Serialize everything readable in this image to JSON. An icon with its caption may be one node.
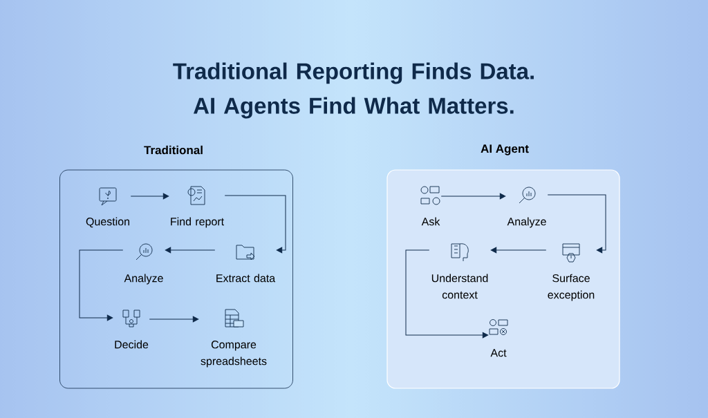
{
  "diagram": {
    "title": "Traditional Reporting Finds Data. AI Agents Find What Matters.",
    "nodes": [
      {
        "text": [
          "Traditional"
        ]
      },
      {
        "text": [
          "Question"
        ],
        "in": 0
      },
      {
        "text": [
          "Find report"
        ],
        "in": 0
      },
      {
        "text": [
          "Analyze"
        ],
        "in": 0
      },
      {
        "text": [
          "Extract data"
        ],
        "in": 0
      },
      {
        "text": [
          "Decide"
        ],
        "in": 0
      },
      {
        "text": [
          "Compare spreadsheets"
        ],
        "in": 0
      },
      {
        "text": [
          "AI Agent"
        ]
      },
      {
        "text": [
          "Ask"
        ],
        "in": 7
      },
      {
        "text": [
          "Analyze"
        ],
        "in": 7
      },
      {
        "text": [
          "Understand context"
        ],
        "in": 7
      },
      {
        "text": [
          "Surface exception"
        ],
        "in": 7
      },
      {
        "text": [
          "Act"
        ],
        "in": 7
      }
    ],
    "edges": [
      {
        "from": 1,
        "to": 2,
        "arrow": "to"
      },
      {
        "from": 2,
        "to": 4,
        "arrow": "to"
      },
      {
        "from": 4,
        "to": 3,
        "arrow": "to"
      },
      {
        "from": 3,
        "to": 5,
        "arrow": "to"
      },
      {
        "from": 5,
        "to": 6,
        "arrow": "to"
      },
      {
        "from": 8,
        "to": 9,
        "arrow": "to"
      },
      {
        "from": 9,
        "to": 11,
        "arrow": "to"
      },
      {
        "from": 11,
        "to": 10,
        "arrow": "to"
      },
      {
        "from": 10,
        "to": 12,
        "arrow": "to"
      }
    ]
  }
}
